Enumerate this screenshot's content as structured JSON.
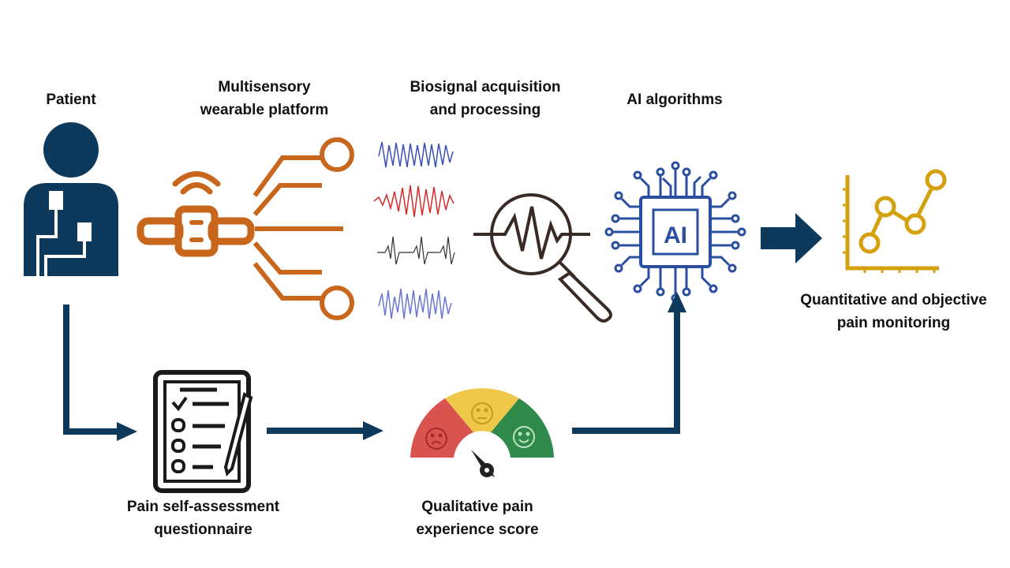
{
  "labels": {
    "patient": "Patient",
    "wearable": [
      "Multisensory",
      "wearable platform"
    ],
    "biosignal": [
      "Biosignal acquisition",
      "and processing"
    ],
    "ai_algorithms": "AI algorithms",
    "monitoring": [
      "Quantitative and objective",
      "pain monitoring"
    ],
    "questionnaire": [
      "Pain self-assessment",
      "questionnaire"
    ],
    "score": [
      "Qualitative pain",
      "experience score"
    ]
  },
  "chip_text": "AI",
  "colors": {
    "navy": "#0d3a5c",
    "orange": "#c8661c",
    "blue_chip": "#2a4f9e",
    "gold": "#d4a20f",
    "gauge_red": "#d9534f",
    "gauge_yellow": "#efc84a",
    "gauge_green": "#2f8a4c",
    "signal_blue": "#3b4fb8",
    "signal_red": "#d42a2a"
  },
  "icons": [
    "patient-icon",
    "wearable-sensor-icon",
    "biosignal-waveforms",
    "magnifier-signal-icon",
    "ai-chip-icon",
    "line-chart-icon",
    "questionnaire-icon",
    "gauge-icon"
  ]
}
